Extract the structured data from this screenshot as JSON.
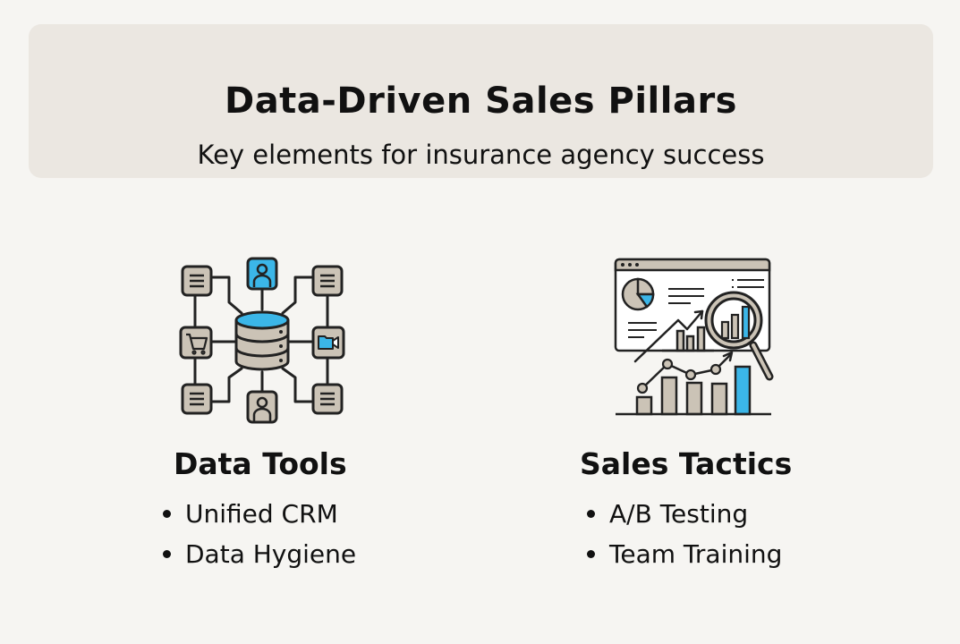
{
  "header": {
    "title": "Data-Driven Sales Pillars",
    "subtitle": "Key elements for insurance agency success"
  },
  "colors": {
    "background": "#f6f5f2",
    "header_bg": "#ebe7e1",
    "icon_fill": "#cbc3b6",
    "accent": "#3bb6e8",
    "stroke": "#222222"
  },
  "pillars": [
    {
      "title": "Data Tools",
      "icon": "database-network-icon",
      "items": [
        "Unified CRM",
        "Data Hygiene"
      ]
    },
    {
      "title": "Sales Tactics",
      "icon": "analytics-dashboard-icon",
      "items": [
        "A/B Testing",
        "Team Training"
      ]
    }
  ]
}
